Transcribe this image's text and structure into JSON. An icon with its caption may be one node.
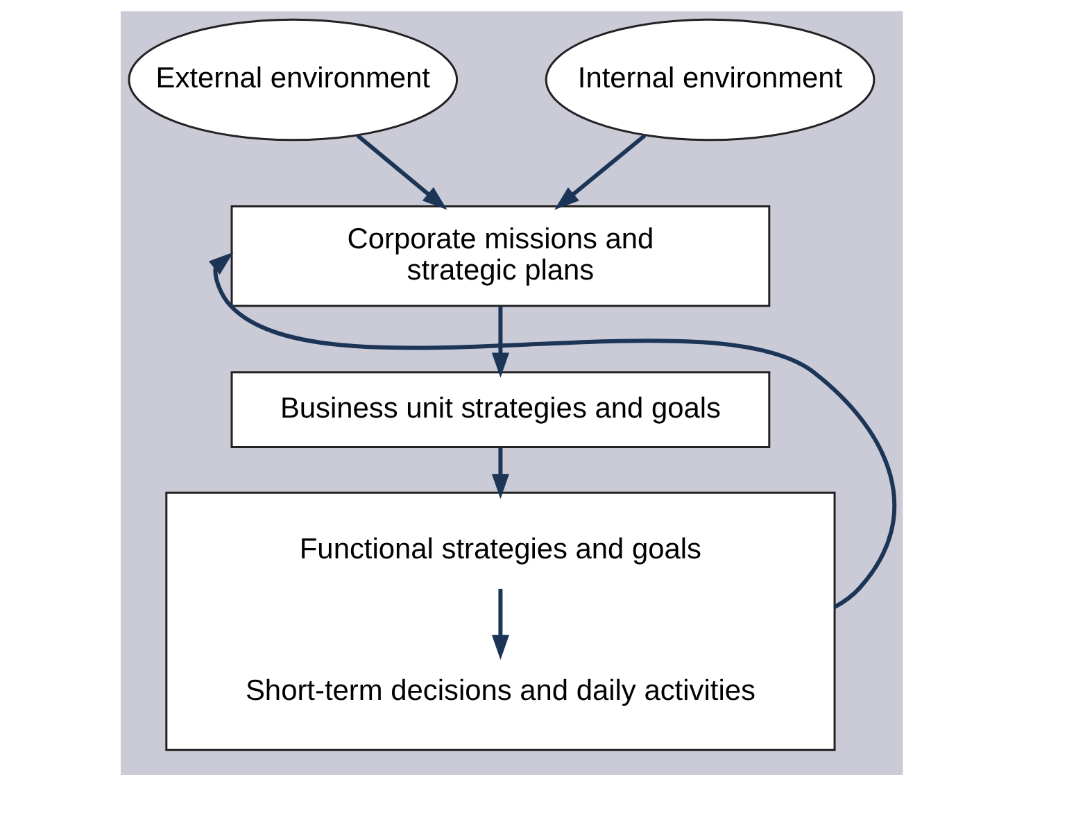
{
  "diagram": {
    "nodes": [
      {
        "text": [
          "External environment"
        ]
      },
      {
        "text": [
          "Internal environment"
        ]
      },
      {
        "text": [
          "Corporate missions and strategic plans"
        ]
      },
      {
        "text": [
          "Business unit strategies and goals"
        ]
      },
      {
        "text": [],
        "shape": "box"
      },
      {
        "text": [
          "Functional strategies and goals"
        ],
        "in": 4
      },
      {
        "text": [
          "Short-term decisions and daily activities"
        ],
        "in": 4
      }
    ],
    "edges": [
      {
        "from": 0,
        "to": 2,
        "arrow": "to"
      },
      {
        "from": 1,
        "to": 2,
        "arrow": "to"
      },
      {
        "from": 2,
        "to": 3,
        "arrow": "to"
      },
      {
        "from": 3,
        "to": 4,
        "arrow": "to"
      },
      {
        "from": 5,
        "to": 6,
        "arrow": "to"
      },
      {
        "from": 4,
        "to": 2,
        "arrow": "to"
      }
    ]
  }
}
